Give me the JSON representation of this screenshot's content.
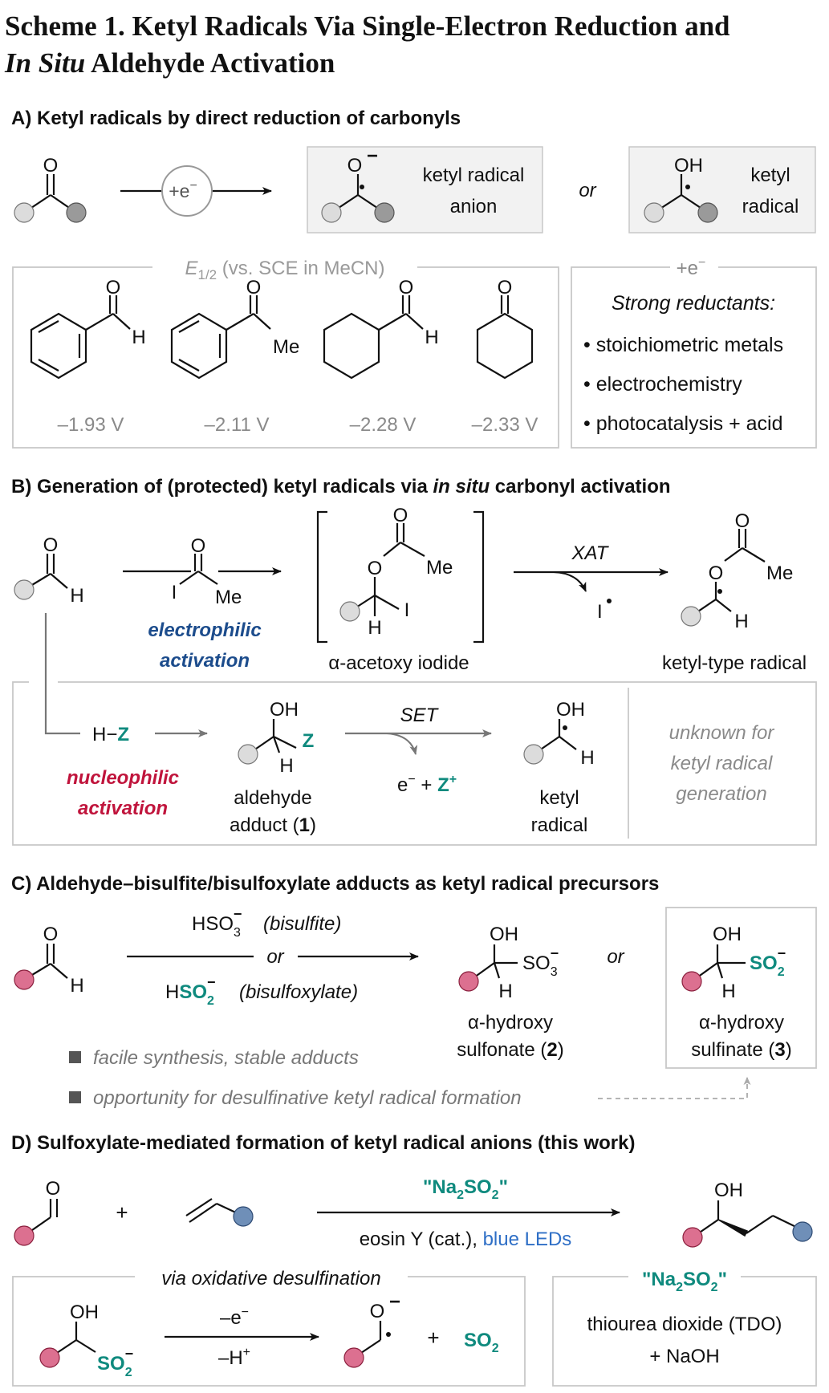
{
  "colors": {
    "black": "#111111",
    "gray_text": "#8a8a8a",
    "box_stroke": "#c8c8c8",
    "box_fill": "#f2f2f2",
    "teal": "#0f8a7e",
    "navy": "#1c4c8c",
    "crimson": "#c0143c",
    "pink": "#dc7090",
    "light_gray_ball": "#dcdcdc",
    "dark_gray_ball": "#9a9a9a",
    "blue_ball": "#6f8fb8",
    "blue_text": "#2f6fc6",
    "bullet_gray": "#555555"
  },
  "title": {
    "line1": "Scheme 1. Ketyl Radicals Via Single-Electron Reduction and",
    "line2_italic": "In Situ",
    "line2_rest": " Aldehyde Activation"
  },
  "panelA": {
    "heading": "A) Ketyl radicals by direct reduction of carbonyls",
    "reagent": "+e",
    "reagent_sup": "−",
    "carbonyl_O": "O",
    "anion_O": "O",
    "anion_charge": "−",
    "anion_label_1": "ketyl radical",
    "anion_label_2": "anion",
    "or": "or",
    "radical_OH": "OH",
    "radical_label_1": "ketyl",
    "radical_label_2": "radical",
    "potentials_header_E": "E",
    "potentials_header_sub": "1/2",
    "potentials_header_rest": " (vs. SCE in MeCN)",
    "compounds": [
      {
        "O": "O",
        "sub": "H",
        "potential": "–1.93 V"
      },
      {
        "O": "O",
        "sub": "Me",
        "potential": "–2.11 V"
      },
      {
        "O": "O",
        "sub": "H",
        "potential": "–2.28 V"
      },
      {
        "O": "O",
        "sub": "",
        "potential": "–2.33 V"
      }
    ],
    "reductant_header": "+e",
    "reductant_header_sup": "−",
    "reductant_title": "Strong reductants:",
    "reductants": [
      "• stoichiometric metals",
      "• electrochemistry",
      "• photocatalysis + acid"
    ]
  },
  "panelB": {
    "heading_1": "B) Generation of (protected) ketyl radicals via ",
    "heading_italic": "in situ",
    "heading_2": " carbonyl activation",
    "aldehyde_O": "O",
    "aldehyde_H": "H",
    "reagent_O": "O",
    "reagent_I": "I",
    "reagent_Me": "Me",
    "electrophilic_1": "electrophilic",
    "electrophilic_2": "activation",
    "iodide_O1": "O",
    "iodide_O2": "O",
    "iodide_Me": "Me",
    "iodide_I": "I",
    "iodide_H": "H",
    "iodide_label": "α-acetoxy iodide",
    "xat": "XAT",
    "iodine_radical": "I",
    "ketyl_O1": "O",
    "ketyl_O2": "O",
    "ketyl_Me": "Me",
    "ketyl_H": "H",
    "ketyl_type_label": "ketyl-type radical",
    "hz_H": "H−",
    "hz_Z": "Z",
    "nucleophilic_1": "nucleophilic",
    "nucleophilic_2": "activation",
    "adduct_OH": "OH",
    "adduct_Z": "Z",
    "adduct_H": "H",
    "adduct_label_1": "aldehyde",
    "adduct_label_2a": "adduct (",
    "adduct_label_2b": "1",
    "adduct_label_2c": ")",
    "set": "SET",
    "byproduct_e": "e",
    "byproduct_e_sup": "−",
    "byproduct_plus": " + ",
    "byproduct_Z": "Z",
    "byproduct_Z_sup": "+",
    "radical_OH": "OH",
    "radical_H": "H",
    "radical_label_1": "ketyl",
    "radical_label_2": "radical",
    "unknown_1": "unknown for",
    "unknown_2": "ketyl radical",
    "unknown_3": "generation"
  },
  "panelC": {
    "heading": "C) Aldehyde–bisulfite/bisulfoxylate adducts as ketyl radical precursors",
    "aldehyde_O": "O",
    "aldehyde_H": "H",
    "bisulfite_formula": "HSO",
    "bisulfite_sub": "3",
    "bisulfite_sup": "−",
    "bisulfite_name": "(bisulfite)",
    "or": "or",
    "bisulfoxylate_H": "H",
    "bisulfoxylate_SO": "SO",
    "bisulfoxylate_sub": "2",
    "bisulfoxylate_sup": "−",
    "bisulfoxylate_name": "(bisulfoxylate)",
    "sulfonate_OH": "OH",
    "sulfonate_SO": "SO",
    "sulfonate_sub": "3",
    "sulfonate_sup": "−",
    "sulfonate_H": "H",
    "sulfonate_label_1": "α-hydroxy",
    "sulfonate_label_2a": "sulfonate (",
    "sulfonate_label_2b": "2",
    "sulfonate_label_2c": ")",
    "or2": "or",
    "sulfinate_OH": "OH",
    "sulfinate_SO": "SO",
    "sulfinate_sub": "2",
    "sulfinate_sup": "−",
    "sulfinate_H": "H",
    "sulfinate_label_1": "α-hydroxy",
    "sulfinate_label_2a": "sulfinate (",
    "sulfinate_label_2b": "3",
    "sulfinate_label_2c": ")",
    "bullet_1": "facile synthesis, stable adducts",
    "bullet_2": "opportunity for desulfinative ketyl radical formation"
  },
  "panelD": {
    "heading": "D) Sulfoxylate-mediated formation of ketyl radical anions (this work)",
    "aldehyde_O": "O",
    "plus": "+",
    "reagent_q1": "\"Na",
    "reagent_sub1": "2",
    "reagent_mid": "SO",
    "reagent_sub2": "2",
    "reagent_q2": "\"",
    "conditions_1": "eosin Y (cat.), ",
    "conditions_2": "blue LEDs",
    "product_OH": "OH",
    "via": "via oxidative desulfination",
    "sulf_OH": "OH",
    "sulf_SO": "SO",
    "sulf_sub": "2",
    "sulf_sup": "−",
    "ox_1": "–e",
    "ox_1_sup": "−",
    "ox_2": "–H",
    "ox_2_sup": "+",
    "anion_O": "O",
    "anion_sup": "−",
    "plus2": "+",
    "so2": "SO",
    "so2_sub": "2",
    "tdo_header_q1": "\"Na",
    "tdo_header_sub1": "2",
    "tdo_header_mid": "SO",
    "tdo_header_sub2": "2",
    "tdo_header_q2": "\"",
    "tdo_1": "thiourea dioxide (TDO)",
    "tdo_2": "+ NaOH"
  }
}
